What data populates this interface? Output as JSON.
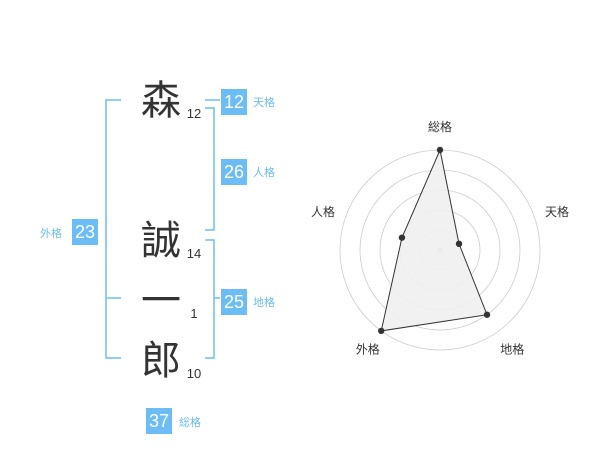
{
  "colors": {
    "accent": "#6cbdf5",
    "label": "#6cbdf5",
    "text": "#333333",
    "radar_fill": "#f0f0f0",
    "radar_stroke": "#333333",
    "grid": "#cccccc"
  },
  "name": {
    "characters": [
      {
        "char": "森",
        "strokes": "12"
      },
      {
        "char": "誠",
        "strokes": "14"
      },
      {
        "char": "一",
        "strokes": "1"
      },
      {
        "char": "郎",
        "strokes": "10"
      }
    ]
  },
  "fortune": {
    "tenkaku": {
      "value": "12",
      "label": "天格"
    },
    "jinkaku": {
      "value": "26",
      "label": "人格"
    },
    "chikaku": {
      "value": "25",
      "label": "地格"
    },
    "gaikaku": {
      "value": "23",
      "label": "外格"
    },
    "soukaku": {
      "value": "37",
      "label": "総格"
    }
  },
  "chart_data": {
    "type": "radar",
    "axes": [
      "総格",
      "天格",
      "地格",
      "外格",
      "人格"
    ],
    "values": [
      5,
      1,
      4,
      5,
      2
    ],
    "max": 5,
    "rings": 5
  }
}
